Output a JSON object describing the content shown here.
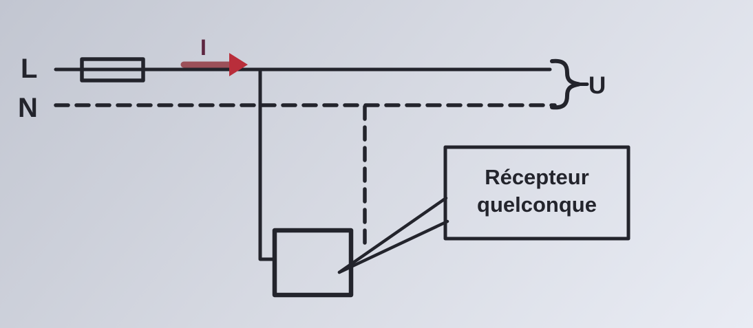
{
  "diagram": {
    "labels": {
      "line": "L",
      "neutral": "N",
      "current": "I",
      "voltage": "U"
    },
    "callout": {
      "line1": "Récepteur",
      "line2": "quelconque"
    },
    "colors": {
      "ink": "#23242c",
      "arrow_shaft": "#9b5059",
      "arrow_head": "#b92e3b",
      "current_label": "#5d2640"
    }
  }
}
